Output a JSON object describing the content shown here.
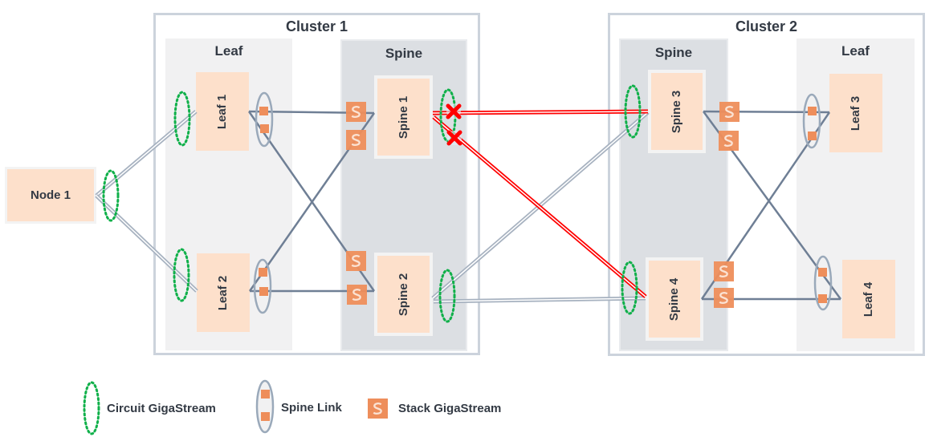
{
  "clusters": [
    {
      "title": "Cluster 1",
      "panels": [
        {
          "title": "Leaf",
          "type": "leaf",
          "devices": [
            "Leaf 1",
            "Leaf 2"
          ]
        },
        {
          "title": "Spine",
          "type": "spine",
          "devices": [
            "Spine 1",
            "Spine 2"
          ]
        }
      ]
    },
    {
      "title": "Cluster 2",
      "panels": [
        {
          "title": "Spine",
          "type": "spine",
          "devices": [
            "Spine 3",
            "Spine 4"
          ]
        },
        {
          "title": "Leaf",
          "type": "leaf",
          "devices": [
            "Leaf 3",
            "Leaf 4"
          ]
        }
      ]
    }
  ],
  "node": {
    "label": "Node 1"
  },
  "links": {
    "failed": [
      {
        "from": "Spine 1",
        "to": "Spine 3",
        "status": "down"
      },
      {
        "from": "Spine 1",
        "to": "Spine 4",
        "status": "down"
      }
    ],
    "active": [
      {
        "from": "Node 1",
        "to": "Leaf 1"
      },
      {
        "from": "Node 1",
        "to": "Leaf 2"
      },
      {
        "from": "Spine 2",
        "to": "Spine 3"
      },
      {
        "from": "Spine 2",
        "to": "Spine 4"
      }
    ],
    "spine_links": [
      {
        "from": "Leaf 1",
        "to": "Spine 1"
      },
      {
        "from": "Leaf 1",
        "to": "Spine 2"
      },
      {
        "from": "Leaf 2",
        "to": "Spine 1"
      },
      {
        "from": "Leaf 2",
        "to": "Spine 2"
      },
      {
        "from": "Spine 3",
        "to": "Leaf 3"
      },
      {
        "from": "Spine 3",
        "to": "Leaf 4"
      },
      {
        "from": "Spine 4",
        "to": "Leaf 3"
      },
      {
        "from": "Spine 4",
        "to": "Leaf 4"
      }
    ]
  },
  "colors": {
    "circuit_gigastream": "#10b04a",
    "spine_link": "#8f9fb3",
    "stack_gigastream": "#ee8e5b",
    "failed_link": "#ff0000",
    "device_fill": "#fde0cb",
    "connector": "#6f7f95"
  },
  "legend": {
    "circuit": "Circuit GigaStream",
    "spine_link": "Spine Link",
    "stack": "Stack GigaStream"
  },
  "icons": {
    "stack_badge": "S",
    "failed_marker": "✖"
  }
}
